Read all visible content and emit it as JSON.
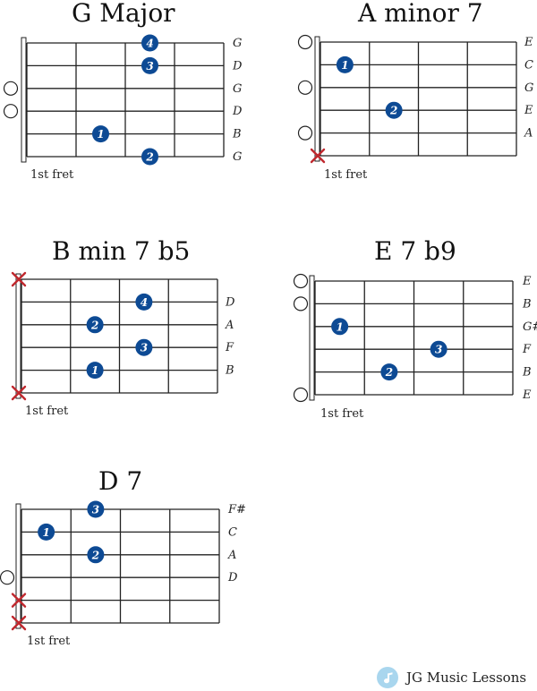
{
  "chords": [
    {
      "title": "G Major",
      "fret_label": "1st fret",
      "strings_top_to_bottom": [
        "G",
        "D",
        "G",
        "D",
        "B",
        "G"
      ],
      "open_strings": [
        2,
        3
      ],
      "muted_strings": [],
      "fingers": [
        {
          "string": 0,
          "fret": 3,
          "finger": "4"
        },
        {
          "string": 1,
          "fret": 3,
          "finger": "3"
        },
        {
          "string": 4,
          "fret": 2,
          "finger": "1"
        },
        {
          "string": 5,
          "fret": 3,
          "finger": "2"
        }
      ]
    },
    {
      "title": "A minor 7",
      "fret_label": "1st fret",
      "strings_top_to_bottom": [
        "E",
        "C",
        "G",
        "E",
        "A"
      ],
      "open_strings": [
        0,
        2,
        4
      ],
      "muted_strings": [
        5
      ],
      "fingers": [
        {
          "string": 1,
          "fret": 1,
          "finger": "1"
        },
        {
          "string": 3,
          "fret": 2,
          "finger": "2"
        }
      ]
    },
    {
      "title": "B min 7 b5",
      "fret_label": "1st fret",
      "strings_top_to_bottom": [
        "",
        "D",
        "A",
        "F",
        "B",
        ""
      ],
      "open_strings": [],
      "muted_strings": [
        0,
        5
      ],
      "fingers": [
        {
          "string": 1,
          "fret": 3,
          "finger": "4"
        },
        {
          "string": 2,
          "fret": 2,
          "finger": "2"
        },
        {
          "string": 3,
          "fret": 3,
          "finger": "3"
        },
        {
          "string": 4,
          "fret": 2,
          "finger": "1"
        }
      ]
    },
    {
      "title": "E 7 b9",
      "fret_label": "1st fret",
      "strings_top_to_bottom": [
        "E",
        "B",
        "G#",
        "F",
        "B",
        "E"
      ],
      "open_strings": [
        0,
        1,
        5
      ],
      "muted_strings": [],
      "fingers": [
        {
          "string": 2,
          "fret": 1,
          "finger": "1"
        },
        {
          "string": 3,
          "fret": 3,
          "finger": "3"
        },
        {
          "string": 4,
          "fret": 2,
          "finger": "2"
        }
      ]
    },
    {
      "title": "D 7",
      "fret_label": "1st fret",
      "strings_top_to_bottom": [
        "F#",
        "C",
        "A",
        "D",
        "",
        ""
      ],
      "open_strings": [
        3
      ],
      "muted_strings": [
        4,
        5
      ],
      "fingers": [
        {
          "string": 0,
          "fret": 2,
          "finger": "3"
        },
        {
          "string": 1,
          "fret": 1,
          "finger": "1"
        },
        {
          "string": 2,
          "fret": 2,
          "finger": "2"
        }
      ]
    }
  ],
  "footer": {
    "brand": "JG Music Lessons",
    "logo_icon": "music-note-icon"
  },
  "colors": {
    "finger_dot": "#0d4a94",
    "mute_x": "#c0282e",
    "grid": "#222222"
  }
}
